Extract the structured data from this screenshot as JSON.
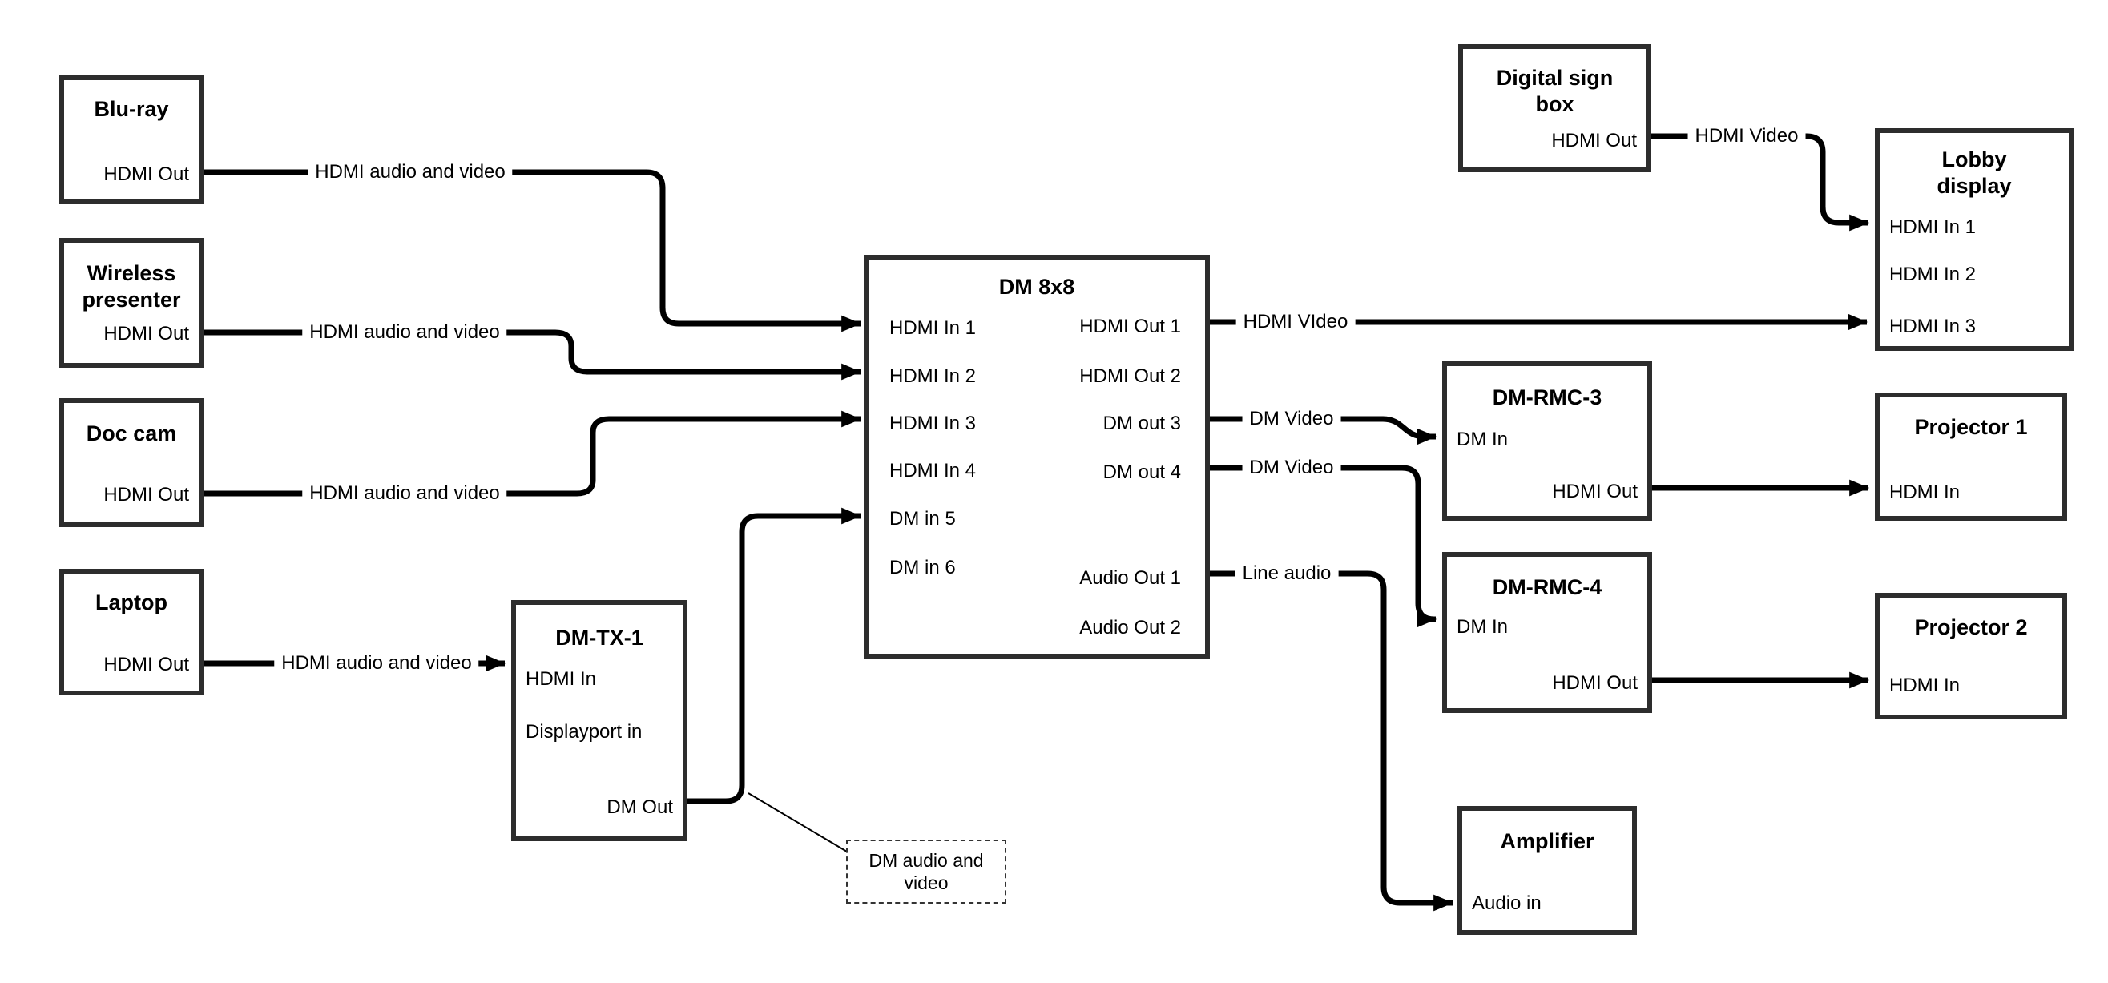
{
  "diagram_type": "av-signal-flow-diagram",
  "colors": {
    "background": "#ffffff",
    "box_border": "#2d2d2d",
    "wire": "#000000",
    "text": "#000000"
  },
  "nodes": {
    "bluray": {
      "title": "Blu-ray",
      "ports": {
        "hdmi_out": "HDMI Out"
      }
    },
    "wireless": {
      "title_lines": [
        "Wireless",
        "presenter"
      ],
      "ports": {
        "hdmi_out": "HDMI Out"
      }
    },
    "doccam": {
      "title": "Doc cam",
      "ports": {
        "hdmi_out": "HDMI Out"
      }
    },
    "laptop": {
      "title": "Laptop",
      "ports": {
        "hdmi_out": "HDMI Out"
      }
    },
    "dmtx1": {
      "title": "DM-TX-1",
      "ports": {
        "hdmi_in": "HDMI In",
        "displayport_in": "Displayport in",
        "dm_out": "DM Out"
      }
    },
    "dm8x8": {
      "title": "DM 8x8",
      "ports": {
        "hdmi_in_1": "HDMI In 1",
        "hdmi_in_2": "HDMI In 2",
        "hdmi_in_3": "HDMI In 3",
        "hdmi_in_4": "HDMI In 4",
        "dm_in_5": "DM in 5",
        "dm_in_6": "DM in 6",
        "hdmi_out_1": "HDMI Out 1",
        "hdmi_out_2": "HDMI Out 2",
        "dm_out_3": "DM out 3",
        "dm_out_4": "DM out 4",
        "audio_out_1": "Audio Out 1",
        "audio_out_2": "Audio Out 2"
      }
    },
    "digital_sign": {
      "title_lines": [
        "Digital sign",
        "box"
      ],
      "ports": {
        "hdmi_out": "HDMI Out"
      }
    },
    "lobby": {
      "title_lines": [
        "Lobby",
        "display"
      ],
      "ports": {
        "hdmi_in_1": "HDMI In 1",
        "hdmi_in_2": "HDMI In 2",
        "hdmi_in_3": "HDMI In 3"
      }
    },
    "dmrmc3": {
      "title": "DM-RMC-3",
      "ports": {
        "dm_in": "DM In",
        "hdmi_out": "HDMI Out"
      }
    },
    "projector1": {
      "title": "Projector 1",
      "ports": {
        "hdmi_in": "HDMI In"
      }
    },
    "dmrmc4": {
      "title": "DM-RMC-4",
      "ports": {
        "dm_in": "DM In",
        "hdmi_out": "HDMI Out"
      }
    },
    "projector2": {
      "title": "Projector 2",
      "ports": {
        "hdmi_in": "HDMI In"
      }
    },
    "amplifier": {
      "title": "Amplifier",
      "ports": {
        "audio_in": "Audio in"
      }
    }
  },
  "connections": [
    {
      "from": "Blu-ray HDMI Out",
      "to": "DM 8x8 HDMI In 1",
      "label": "HDMI audio and video"
    },
    {
      "from": "Wireless presenter HDMI Out",
      "to": "DM 8x8 HDMI In 2",
      "label": "HDMI audio and video"
    },
    {
      "from": "Doc cam HDMI Out",
      "to": "DM 8x8 HDMI In 3",
      "label": "HDMI audio and video"
    },
    {
      "from": "Laptop HDMI Out",
      "to": "DM-TX-1 HDMI In",
      "label": "HDMI audio and video"
    },
    {
      "from": "DM-TX-1 DM Out",
      "to": "DM 8x8 DM in 5",
      "label": ""
    },
    {
      "from": "DM 8x8 HDMI Out 1",
      "to": "Lobby display HDMI In 3",
      "label": "HDMI VIdeo"
    },
    {
      "from": "DM 8x8 DM out 3",
      "to": "DM-RMC-3 DM In",
      "label": "DM Video"
    },
    {
      "from": "DM 8x8 DM out 4",
      "to": "DM-RMC-4 DM In",
      "label": "DM Video"
    },
    {
      "from": "DM 8x8 Audio Out 1",
      "to": "Amplifier Audio in",
      "label": "Line audio"
    },
    {
      "from": "Digital sign box HDMI Out",
      "to": "Lobby display HDMI In 1",
      "label": "HDMI Video"
    },
    {
      "from": "DM-RMC-3 HDMI Out",
      "to": "Projector 1 HDMI In",
      "label": ""
    },
    {
      "from": "DM-RMC-4 HDMI Out",
      "to": "Projector 2 HDMI In",
      "label": ""
    }
  ],
  "callout": {
    "line1": "DM audio and",
    "line2": "video"
  }
}
